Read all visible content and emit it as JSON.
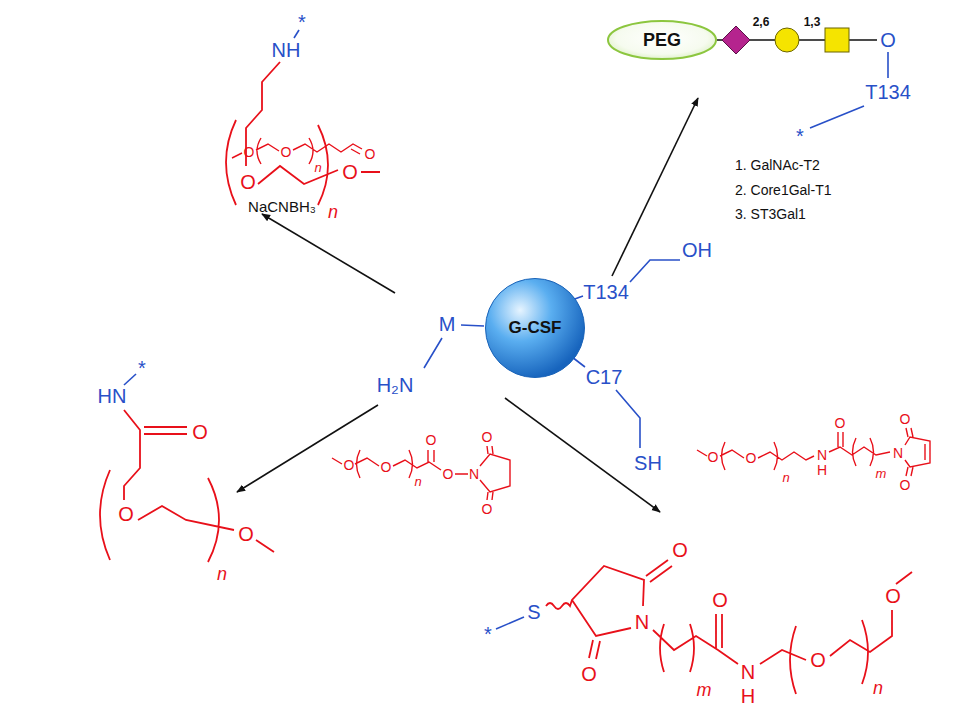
{
  "diagram": {
    "nodes": [
      {
        "text": [
          "PEG"
        ]
      },
      {
        "text": [
          "G-CSF"
        ]
      }
    ],
    "labels": [
      "NaCNBH₃",
      "1. GalNAc-T2",
      "2. Core1Gal-T1",
      "3. ST3Gal1",
      "2,6",
      "1,3",
      "O",
      "T134",
      "*",
      "M",
      "H₂N",
      "T134",
      "OH",
      "C17",
      "SH",
      "*",
      "NH",
      "O",
      "n",
      "O",
      "O",
      "O",
      "n",
      "O",
      "*",
      "HN",
      "O",
      "O",
      "n",
      "O",
      "O",
      "O",
      "n",
      "O",
      "O",
      "N",
      "O",
      "O",
      "O",
      "O",
      "n",
      "N",
      "H",
      "O",
      "m",
      "N",
      "O",
      "O",
      "*",
      "S",
      "O",
      "O",
      "N",
      "m",
      "O",
      "N",
      "H",
      "O",
      "n",
      "O"
    ]
  }
}
